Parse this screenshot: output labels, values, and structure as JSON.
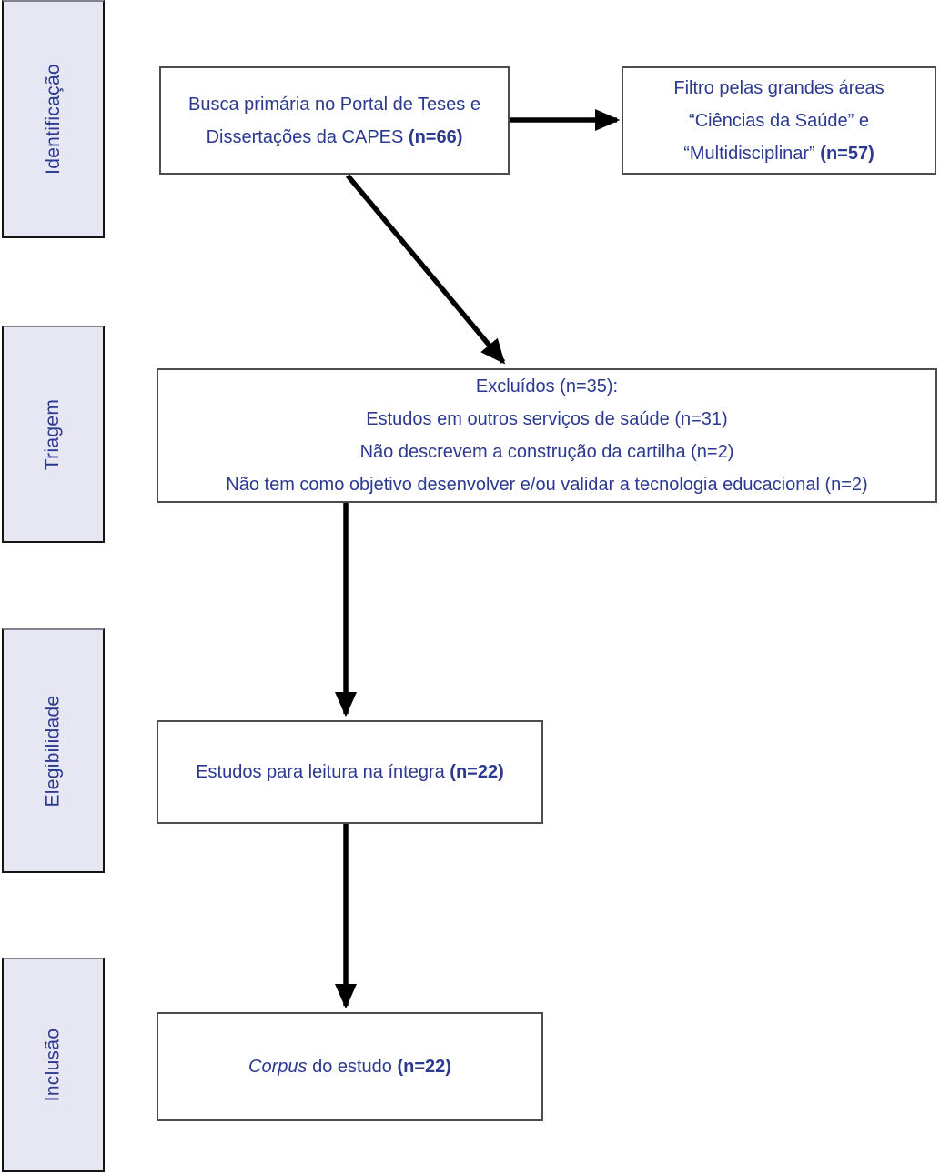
{
  "diagram": {
    "stages": {
      "identification": {
        "label": "Identificação"
      },
      "screening": {
        "label": "Triagem"
      },
      "eligibility": {
        "label": "Elegibilidade"
      },
      "inclusion": {
        "label": "Inclusão"
      }
    },
    "nodes": {
      "primary_search": {
        "text": "Busca primária no Portal de Teses e Dissertações da CAPES",
        "count": "(n=66)"
      },
      "area_filter": {
        "line1": "Filtro pelas grandes áreas",
        "line2": "“Ciências da Saúde” e",
        "line3": "“Multidisciplinar”",
        "count": "(n=57)"
      },
      "excluded": {
        "line1": "Excluídos (n=35):",
        "line2": "Estudos em outros serviços de saúde (n=31)",
        "line3": "Não descrevem a construção da cartilha (n=2)",
        "line4": "Não tem como objetivo desenvolver e/ou validar a tecnologia educacional (n=2)"
      },
      "full_reading": {
        "text": "Estudos para leitura na íntegra",
        "count": "(n=22)"
      },
      "corpus": {
        "italic": "Corpus",
        "text": "do estudo",
        "count": "(n=22)"
      }
    },
    "colors": {
      "text": "#2b3990",
      "stage_fill": "#e7e6f3",
      "node_border": "#4d4d4d",
      "arrow": "#000000"
    }
  }
}
